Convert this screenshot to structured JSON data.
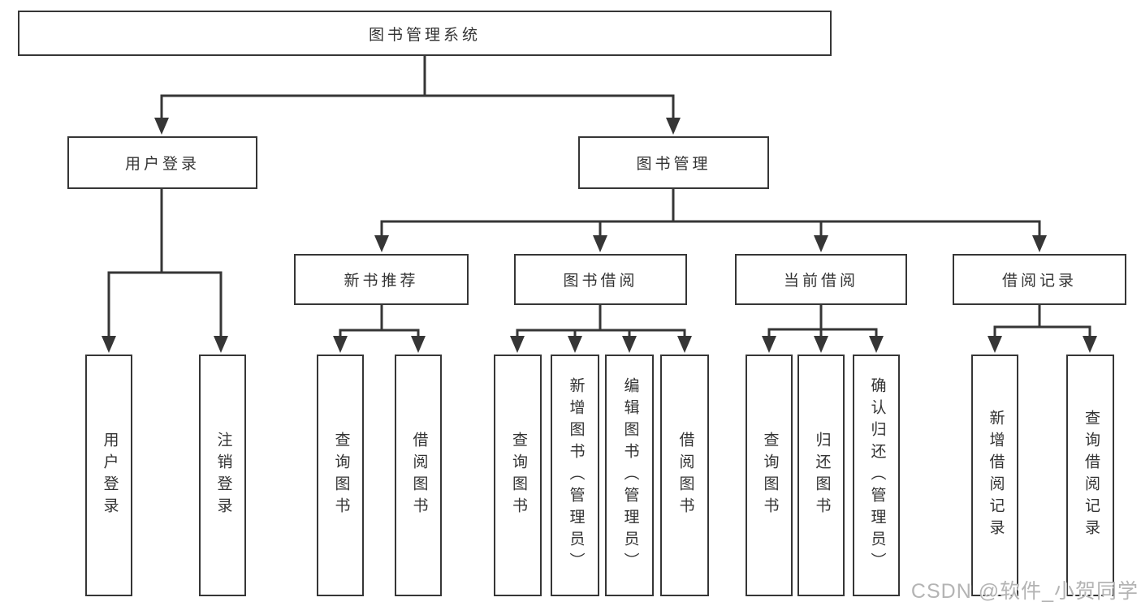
{
  "tree": {
    "root": "图书管理系统",
    "user_login": {
      "label": "用户登录",
      "children": [
        "用户登录",
        "注销登录"
      ]
    },
    "book_management": {
      "label": "图书管理",
      "sections": [
        {
          "label": "新书推荐",
          "children": [
            "查询图书",
            "借阅图书"
          ]
        },
        {
          "label": "图书借阅",
          "children": [
            "查询图书",
            "新增图书（管理员）",
            "编辑图书（管理员）",
            "借阅图书"
          ]
        },
        {
          "label": "当前借阅",
          "children": [
            "查询图书",
            "归还图书",
            "确认归还（管理员）"
          ]
        },
        {
          "label": "借阅记录",
          "children": [
            "新增借阅记录",
            "查询借阅记录"
          ]
        }
      ]
    }
  },
  "watermark": "CSDN @软件_小贺同学",
  "colors": {
    "line": "#363636",
    "text": "#333333",
    "watermark": "#b4b4b4",
    "background": "#ffffff"
  }
}
